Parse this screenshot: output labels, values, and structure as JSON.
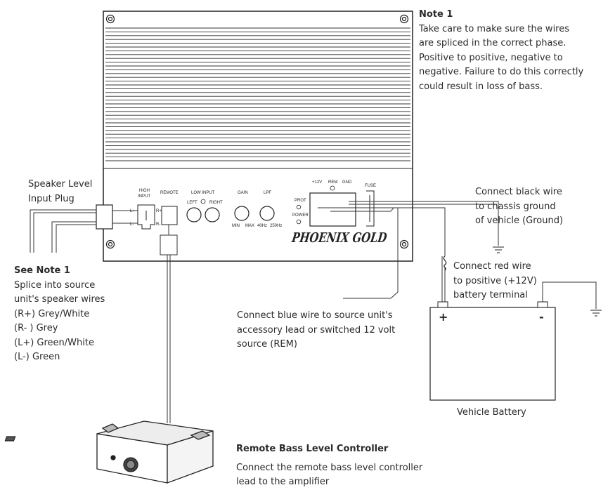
{
  "note1": {
    "title": "Note 1",
    "lines": [
      "Take care to make sure the wires",
      "are spliced in the correct phase.",
      "Positive to positive, negative to",
      "negative. Failure to do this correctly",
      "could result in loss of bass."
    ]
  },
  "speaker_plug": {
    "lines": [
      "Speaker Level",
      "Input Plug"
    ]
  },
  "see_note": {
    "title": "See Note 1",
    "lines": [
      "Splice into source",
      "unit's speaker wires",
      "(R+) Grey/White",
      "(R- ) Grey",
      "(L+) Green/White",
      "(L-) Green"
    ]
  },
  "ground_note": {
    "lines": [
      "Connect black wire",
      "to chassis ground",
      "of vehicle (Ground)"
    ]
  },
  "red_note": {
    "lines": [
      "Connect red wire",
      "to positive (+12V)",
      "battery terminal"
    ]
  },
  "blue_note": {
    "lines": [
      "Connect blue wire to source unit's",
      "accessory lead or switched 12 volt",
      "source (REM)"
    ]
  },
  "battery": {
    "label": "Vehicle Battery",
    "plus": "+",
    "minus": "-"
  },
  "remote": {
    "title": "Remote Bass Level Controller",
    "lines": [
      "Connect the remote bass level controller",
      "lead to the amplifier"
    ]
  },
  "amp_panel": {
    "brand": "PHOENIX GOLD",
    "high_input": [
      "HIGH",
      "INPUT"
    ],
    "remote": "REMOTE",
    "low_input": "LOW INPUT",
    "left": "LEFT",
    "right": "RIGHT",
    "gain": "GAIN",
    "lpf": "LPF",
    "min": "MIN",
    "max": "MAX",
    "hz40": "40Hz",
    "hz250": "250Hz",
    "v12": "+12V",
    "rem": "REM",
    "gnd": "GND",
    "fuse": "FUSE",
    "prot": "PROT",
    "power": "POWER",
    "l_plus": "L+",
    "l_minus": "L-",
    "r_plus": "R+",
    "r_minus": "R-"
  }
}
